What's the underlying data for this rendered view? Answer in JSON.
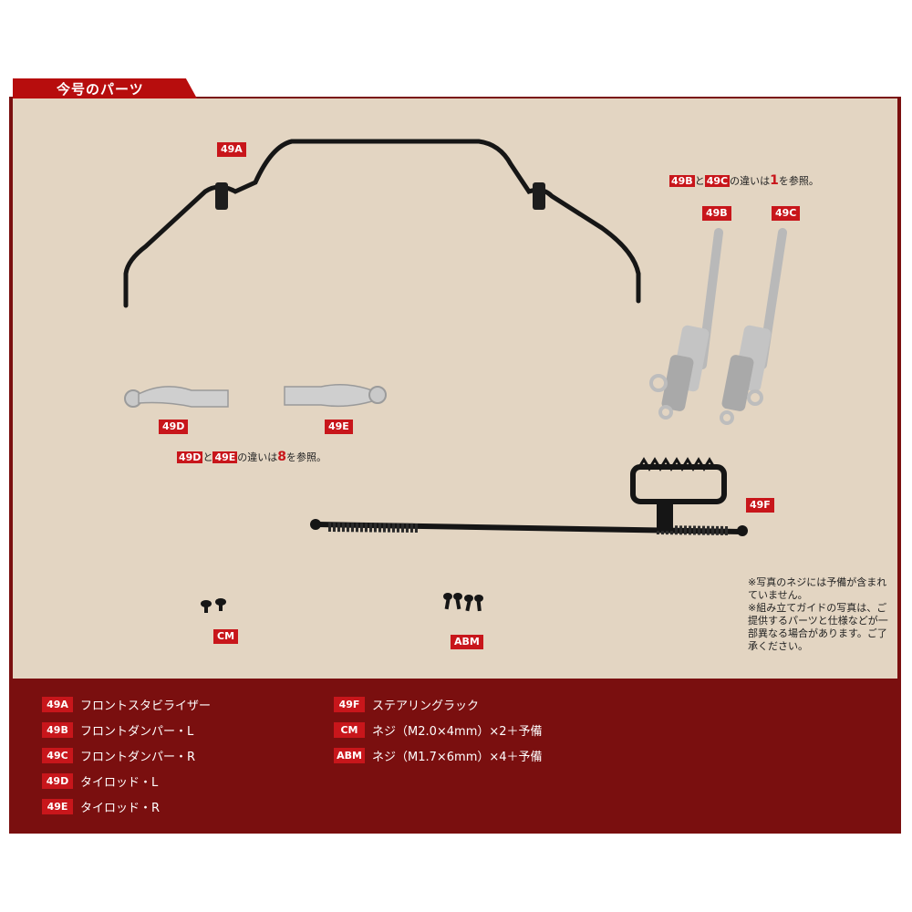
{
  "header": {
    "title": "今号のパーツ"
  },
  "labels": {
    "p49a": "49A",
    "p49b": "49B",
    "p49c": "49C",
    "p49d": "49D",
    "p49e": "49E",
    "p49f": "49F",
    "cm": "CM",
    "abm": "ABM"
  },
  "notes": {
    "bc": {
      "a": "49B",
      "mid": "と",
      "b": "49C",
      "tail": "の違いは",
      "num": "1",
      "end": "を参照。"
    },
    "de": {
      "a": "49D",
      "mid": "と",
      "b": "49E",
      "tail": "の違いは",
      "num": "8",
      "end": "を参照。"
    }
  },
  "footnote": {
    "line1": "※写真のネジには予備が含まれていません。",
    "line2": "※組み立てガイドの写真は、ご提供するパーツと仕様などが一部異なる場合があります。ご了承ください。"
  },
  "parts_list": [
    {
      "code": "49A",
      "name": "フロントスタビライザー"
    },
    {
      "code": "49B",
      "name": "フロントダンパー・L"
    },
    {
      "code": "49C",
      "name": "フロントダンパー・R"
    },
    {
      "code": "49D",
      "name": "タイロッド・L"
    },
    {
      "code": "49E",
      "name": "タイロッド・R"
    },
    {
      "code": "49F",
      "name": "ステアリングラック"
    },
    {
      "code": "CM",
      "name": "ネジ（M2.0×4mm）×2＋予備"
    },
    {
      "code": "ABM",
      "name": "ネジ（M1.7×6mm）×4＋予備"
    }
  ],
  "colors": {
    "accent": "#c8161b",
    "frame": "#7a0f0f",
    "panel": "#e3d5c2"
  }
}
